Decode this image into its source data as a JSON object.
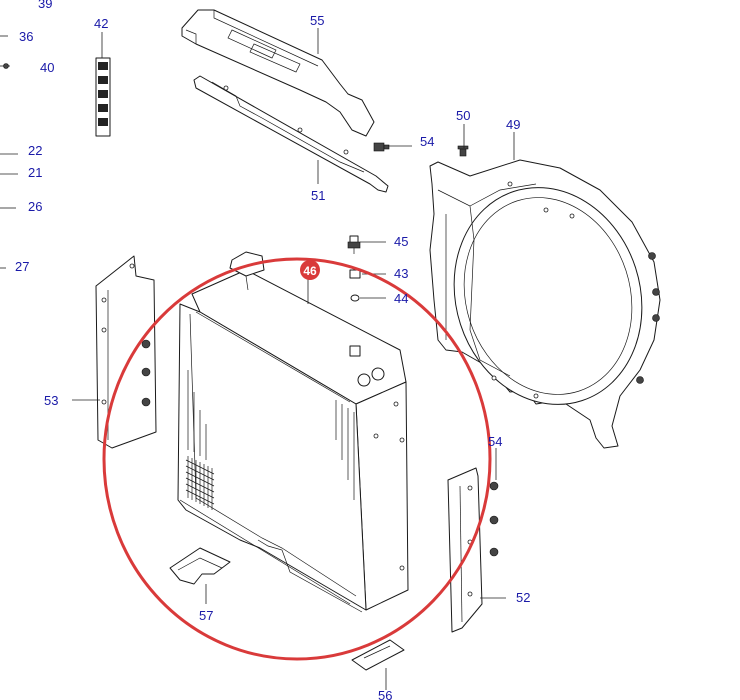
{
  "highlight_color": "#d93a3a",
  "label_color": "#1a1aa8",
  "callouts": {
    "c39": "39",
    "c36": "36",
    "c40": "40",
    "c42": "42",
    "c22": "22",
    "c21": "21",
    "c26": "26",
    "c27": "27",
    "c55": "55",
    "c51": "51",
    "c54a": "54",
    "c50": "50",
    "c49": "49",
    "c45": "45",
    "c43": "43",
    "c44": "44",
    "c46": "46",
    "c53": "53",
    "c54b": "54",
    "c52": "52",
    "c57": "57",
    "c56": "56"
  }
}
